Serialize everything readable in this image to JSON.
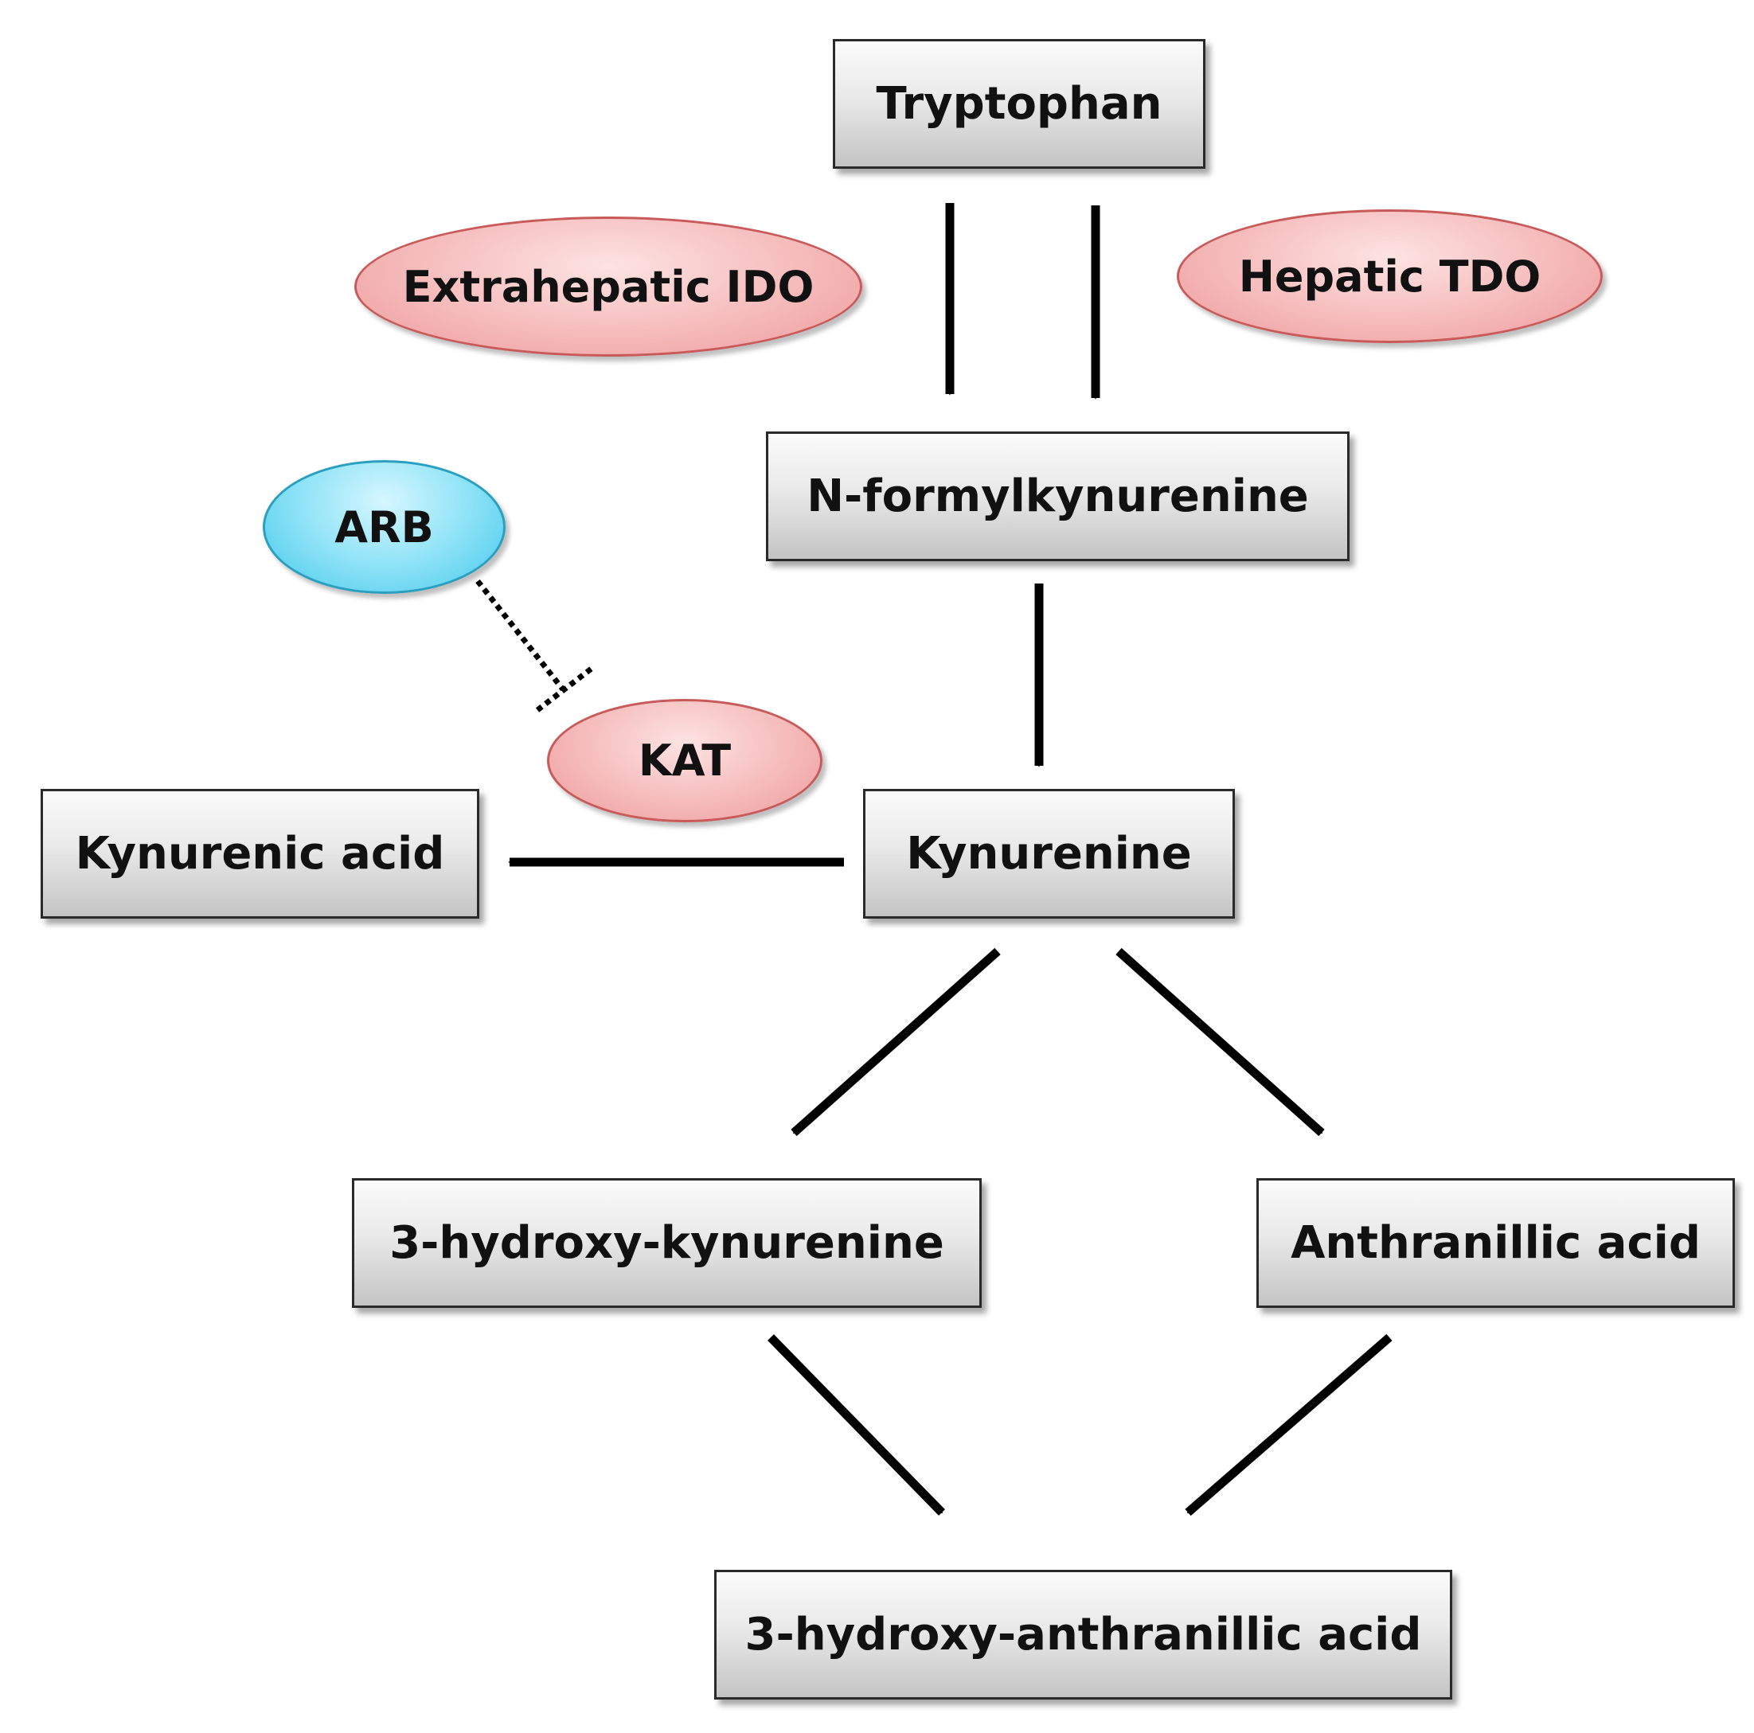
{
  "nodes": {
    "tryptophan": "Tryptophan",
    "n_formylkynurenine": "N-formylkynurenine",
    "kynurenine": "Kynurenine",
    "kynurenic_acid": "Kynurenic acid",
    "hydroxy_kynurenine": "3-hydroxy-kynurenine",
    "anthranillic_acid": "Anthranillic acid",
    "hydroxy_anthranillic_acid": "3-hydroxy-anthranillic acid"
  },
  "enzymes": {
    "ido": "Extrahepatic IDO",
    "tdo": "Hepatic TDO",
    "kat": "KAT",
    "arb": "ARB"
  },
  "colors": {
    "enzyme_fill": "#f7c2c2",
    "enzyme_border": "#c85a5a",
    "inhibitor_fill": "#8fe3f7",
    "inhibitor_border": "#2a9fc0",
    "arrow": "#000000",
    "node_border": "#2a2a2a"
  }
}
